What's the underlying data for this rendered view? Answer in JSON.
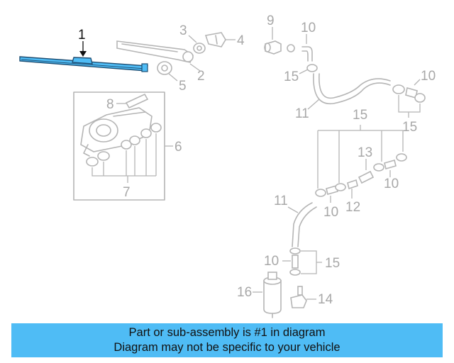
{
  "diagram": {
    "callouts": {
      "c1": "1",
      "c2": "2",
      "c3": "3",
      "c4": "4",
      "c5": "5",
      "c6": "6",
      "c7": "7",
      "c8": "8",
      "c9": "9",
      "c10a": "10",
      "c10b": "10",
      "c10c": "10",
      "c10d": "10",
      "c10e": "10",
      "c11a": "11",
      "c11b": "11",
      "c12": "12",
      "c13": "13",
      "c14": "14",
      "c15a": "15",
      "c15b": "15",
      "c15c": "15",
      "c15d": "15",
      "c16": "16"
    },
    "highlight_color": "#4fbcf5",
    "part_color": "#b5b5b5"
  },
  "banner": {
    "line1": "Part or sub-assembly is #1 in diagram",
    "line2": "Diagram may not be specific to your vehicle",
    "background": "#4fbcf5"
  }
}
